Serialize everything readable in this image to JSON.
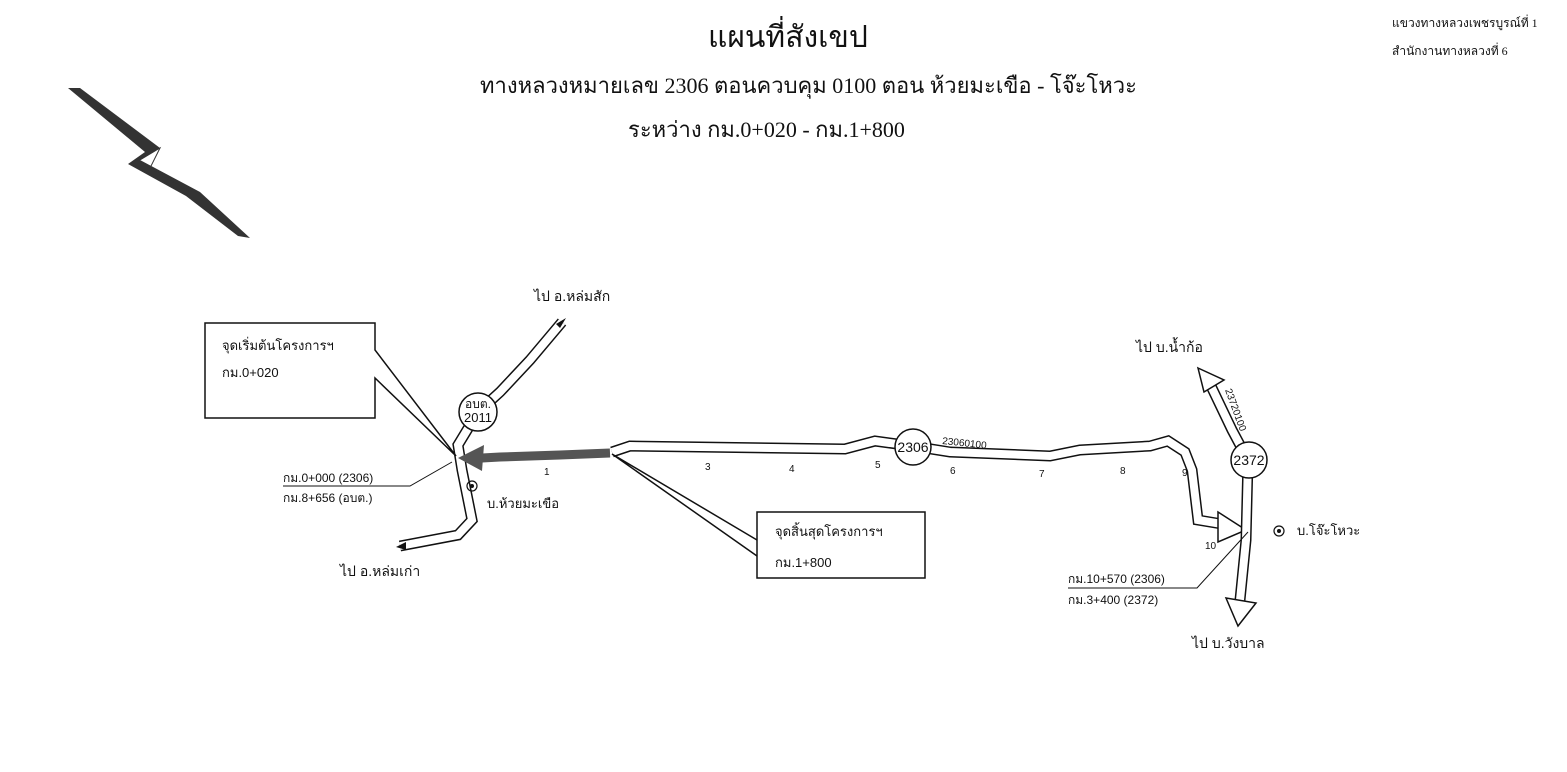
{
  "header": {
    "title": "แผนที่สังเขป",
    "subtitle": "ทางหลวงหมายเลข 2306 ตอนควบคุม 0100 ตอน ห้วยมะเขือ - โจ๊ะโหวะ",
    "range": "ระหว่าง กม.0+020 - กม.1+800",
    "agency_line1": "แขวงทางหลวงเพชรบูรณ์ที่ 1",
    "agency_line2": "สำนักงานทางหลวงที่ 6"
  },
  "map": {
    "start_box": {
      "title": "จุดเริ่มต้นโครงการฯ",
      "km": "กม.0+020"
    },
    "end_box": {
      "title": "จุดสิ้นสุดโครงการฯ",
      "km": "กม.1+800"
    },
    "route_badges": {
      "r2011_line1": "อบต.",
      "r2011_line2": "2011",
      "r2306": "2306",
      "r2372": "2372"
    },
    "control_codes": {
      "r2306": "23060100",
      "r2372": "23720100"
    },
    "destinations": {
      "lom_sak": "ไป อ.หล่มสัก",
      "lom_kao": "ไป อ.หล่มเก่า",
      "nam_ko": "ไป บ.น้ำก้อ",
      "wang_ban": "ไป บ.วังบาล"
    },
    "villages": {
      "huai_makhuea": "บ.ห้วยมะเขือ",
      "cho_wo": "บ.โจ๊ะโหวะ"
    },
    "junction_west": {
      "line1": "กม.0+000 (2306)",
      "line2": "กม.8+656 (อบต.)"
    },
    "junction_east": {
      "line1": "กม.10+570 (2306)",
      "line2": "กม.3+400 (2372)"
    },
    "km_marks": [
      "1",
      "3",
      "4",
      "5",
      "6",
      "7",
      "8",
      "9",
      "10"
    ],
    "colors": {
      "ink": "#111111",
      "highlight": "#555555"
    }
  }
}
